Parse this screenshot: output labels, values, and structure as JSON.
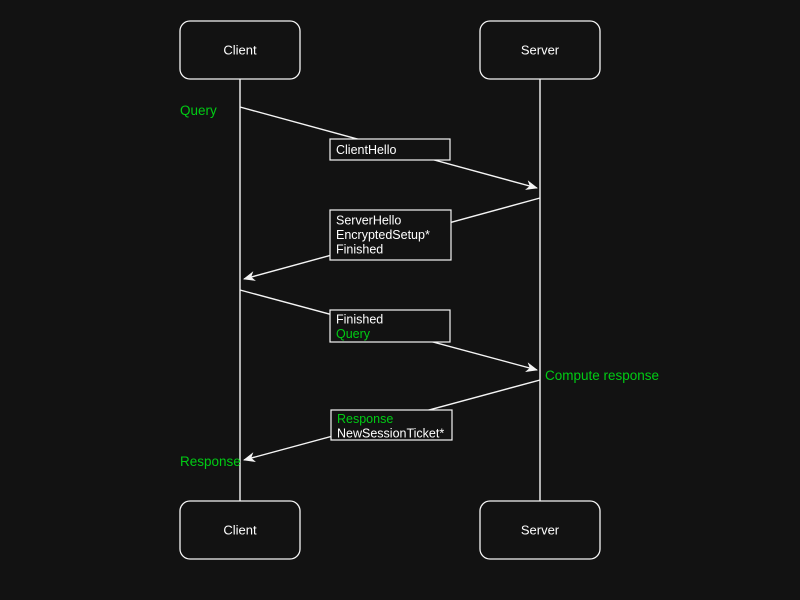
{
  "diagram": {
    "type": "sequence",
    "subject": "TLS handshake with application data",
    "theme": {
      "background": "#121212",
      "line_color": "#f5f5f5",
      "handshake_text_color": "#ffffff",
      "app_data_text_color": "#00cc14"
    }
  },
  "actors": {
    "client_top": "Client",
    "server_top": "Server",
    "client_bottom": "Client",
    "server_bottom": "Server"
  },
  "annotations": {
    "query": {
      "text": "Query",
      "color": "#00cc14"
    },
    "compute_response": {
      "text": "Compute response",
      "color": "#00cc14"
    },
    "response": {
      "text": "Response",
      "color": "#00cc14"
    }
  },
  "messages": [
    {
      "from": "Client",
      "to": "Server",
      "lines": [
        {
          "text": "ClientHello",
          "color": "#ffffff"
        }
      ]
    },
    {
      "from": "Server",
      "to": "Client",
      "lines": [
        {
          "text": "ServerHello",
          "color": "#ffffff"
        },
        {
          "text": "EncryptedSetup*",
          "color": "#ffffff"
        },
        {
          "text": "Finished",
          "color": "#ffffff"
        }
      ]
    },
    {
      "from": "Client",
      "to": "Server",
      "lines": [
        {
          "text": "Finished",
          "color": "#ffffff"
        },
        {
          "text": "Query",
          "color": "#00cc14"
        }
      ]
    },
    {
      "from": "Server",
      "to": "Client",
      "lines": [
        {
          "text": "Response",
          "color": "#00cc14"
        },
        {
          "text": "NewSessionTicket*",
          "color": "#ffffff"
        }
      ]
    }
  ]
}
